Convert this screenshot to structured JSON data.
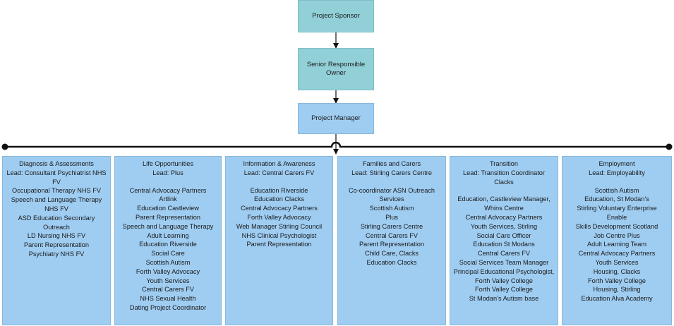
{
  "top": {
    "sponsor": "Project Sponsor",
    "sro": "Senior Responsible Owner",
    "manager": "Project Manager"
  },
  "colors": {
    "top_box": "#92d0d8",
    "column_box": "#9fcdf2",
    "line": "#111111"
  },
  "columns": [
    {
      "title": "Diagnosis &  Assessments",
      "lead": "Lead: Consultant Psychiatrist NHS FV",
      "gap": false,
      "members": [
        "Occupational Therapy NHS FV",
        "Speech and Language Therapy NHS FV",
        "ASD Education Secondary Outreach",
        "LD Nursing NHS FV",
        "Parent Representation",
        "Psychiatry NHS FV"
      ]
    },
    {
      "title": "Life Opportunities",
      "lead": "Lead: Plus",
      "gap": true,
      "members": [
        "Central Advocacy Partners",
        "Artlink",
        "Education Castleview",
        "Parent Representation",
        "Speech and Language Therapy",
        "Adult Learning",
        "Education Riverside",
        "Social Care",
        "Scottish Autism",
        "Forth Valley Advocacy",
        "Youth Services",
        "Central Carers FV",
        "NHS Sexual Health",
        "Dating Project Coordinator"
      ]
    },
    {
      "title": "Information & Awareness",
      "lead": "Lead: Central Carers FV",
      "gap": true,
      "members": [
        "Education Riverside",
        "Education Clacks",
        "Central Advocacy Partners",
        "Forth Valley Advocacy",
        "Web Manager Stirling Council",
        "NHS Clinical Psychologist",
        "Parent Representation"
      ]
    },
    {
      "title": "Families and Carers",
      "lead": "Lead: Stirling Carers Centre",
      "gap": true,
      "members": [
        "Co-coordinator ASN Outreach Services",
        "Scottish Autism",
        "Plus",
        "Stirling Carers Centre",
        "Central Carers FV",
        "Parent Representation",
        "Child Care, Clacks",
        "Education Clacks"
      ]
    },
    {
      "title": "Transition",
      "lead": "Lead:  Transition Coordinator Clacks",
      "gap": true,
      "members": [
        "Education, Castleview Manager, Whins Centre",
        "Central Advocacy Partners",
        "Youth Services, Stirling",
        "Social Care Officer",
        "Education St Modans",
        "Central Carers FV",
        "Social Services Team Manager",
        "Principal Educational Psychologist, Forth Valley College",
        "Forth Valley College",
        "St Modan’s Autism base"
      ]
    },
    {
      "title": "Employment",
      "lead": "Lead: Employability",
      "gap": true,
      "members": [
        "Scottish Autism",
        "Education, St Modan’s",
        "Stirling Voluntary Enterprise",
        "Enable",
        "Skills Development Scotland",
        "Job Centre Plus",
        "Adult Learning Team",
        "Central Advocacy Partners",
        "Youth Services",
        "Housing, Clacks",
        "Forth Valley College",
        "Housing, Stirling",
        "Education Alva Academy"
      ]
    }
  ]
}
